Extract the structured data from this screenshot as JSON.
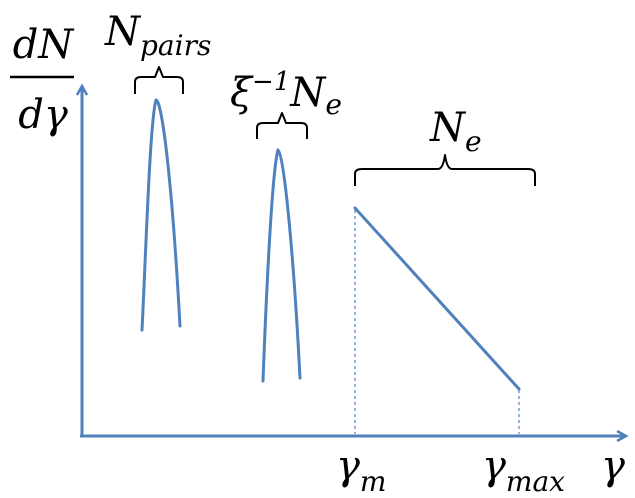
{
  "y_axis": {
    "numerator": "dN",
    "denominator": "dγ"
  },
  "x_axis": {
    "label": "γ"
  },
  "ticks": {
    "gamma_m": {
      "base": "γ",
      "sub": "m"
    },
    "gamma_max": {
      "base": "γ",
      "sub": "max"
    }
  },
  "braces": {
    "pairs": {
      "base": "N",
      "sub": "pairs"
    },
    "xi": {
      "prefix": "ξ",
      "sup": "−1",
      "base": "N",
      "sub": "e"
    },
    "electrons": {
      "base": "N",
      "sub": "e"
    }
  },
  "colors": {
    "axis": "#4f81bd",
    "text": "#000000"
  }
}
